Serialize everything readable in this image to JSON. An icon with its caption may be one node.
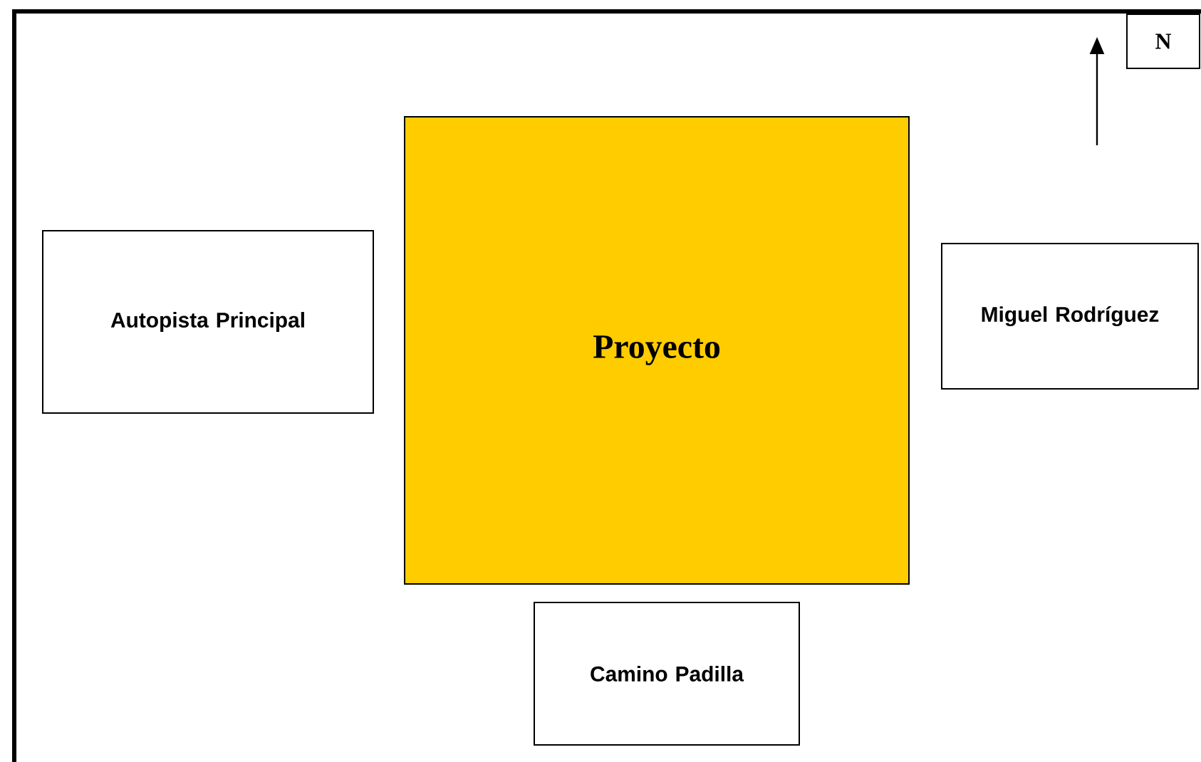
{
  "diagram": {
    "nodes": [
      {
        "text": [
          "Autopista Principal"
        ]
      },
      {
        "text": [
          "Proyecto"
        ]
      },
      {
        "text": [
          "Miguel Rodríguez"
        ]
      },
      {
        "text": [
          "Camino Padilla"
        ]
      },
      {
        "text": [
          "N"
        ]
      }
    ]
  }
}
